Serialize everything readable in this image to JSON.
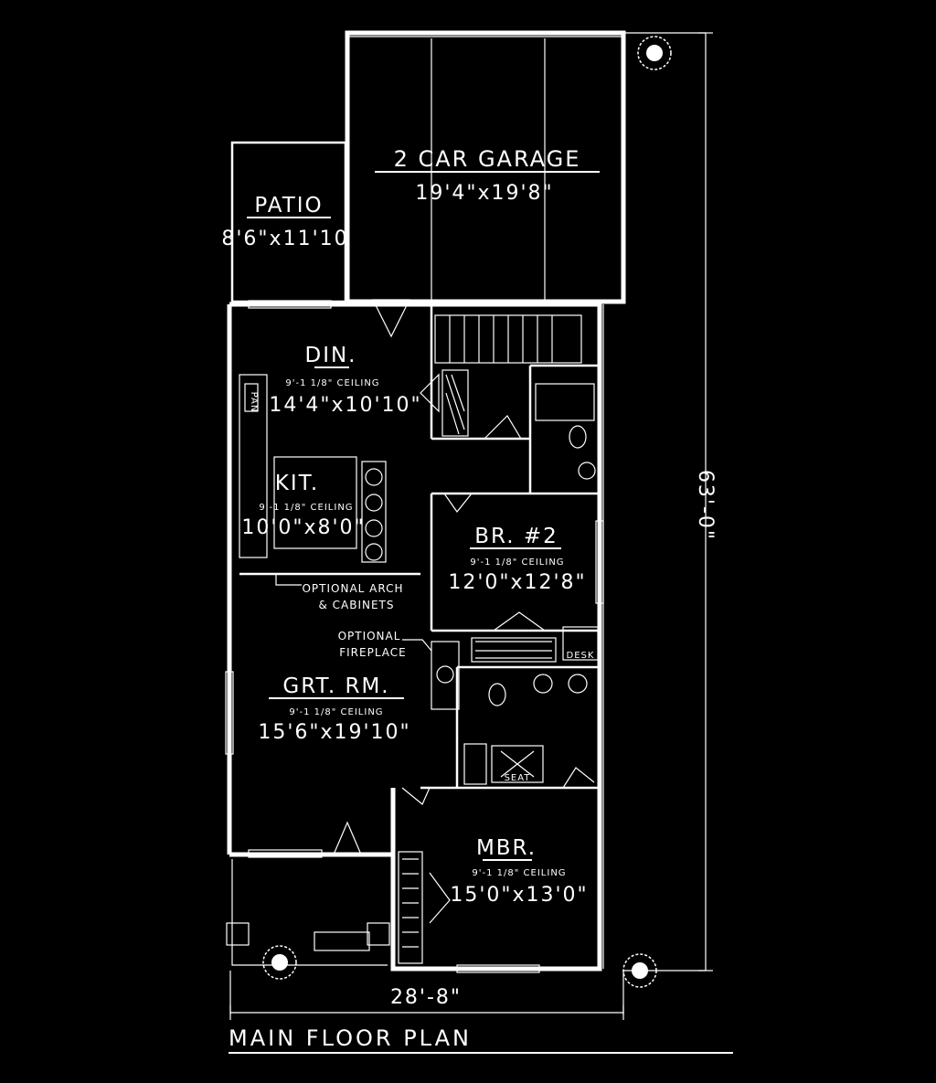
{
  "plan": {
    "title": "MAIN FLOOR PLAN",
    "overall_width": "28'-8\"",
    "overall_depth": "63'-0\""
  },
  "rooms": {
    "garage": {
      "name": "2 CAR GARAGE",
      "dims": "19'4\"x19'8\""
    },
    "patio": {
      "name": "PATIO",
      "dims": "8'6\"x11'10"
    },
    "dining": {
      "name": "DIN.",
      "ceiling": "9'-1 1/8\" CEILING",
      "dims": "14'4\"x10'10\""
    },
    "kitchen": {
      "name": "KIT.",
      "ceiling": "9'-1 1/8\" CEILING",
      "dims": "10'0\"x8'0\""
    },
    "bedroom2": {
      "name": "BR. #2",
      "ceiling": "9'-1 1/8\" CEILING",
      "dims": "12'0\"x12'8\""
    },
    "great_room": {
      "name": "GRT. RM.",
      "ceiling": "9'-1 1/8\" CEILING",
      "dims": "15'6\"x19'10\""
    },
    "master": {
      "name": "MBR.",
      "ceiling": "9'-1 1/8\" CEILING",
      "dims": "15'0\"x13'0\""
    }
  },
  "notes": {
    "arch_line1": "OPTIONAL ARCH",
    "arch_line2": "& CABINETS",
    "fireplace_line1": "OPTIONAL",
    "fireplace_line2": "FIREPLACE",
    "desk": "DESK",
    "seat": "SEAT",
    "pan": "PAN"
  }
}
